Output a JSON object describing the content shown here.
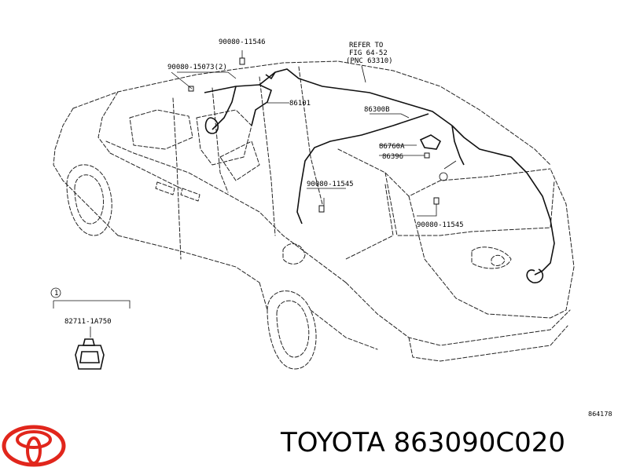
{
  "diagram": {
    "labels": {
      "p90080_11546_top": "90080-11546",
      "refer_line1": "REFER TO",
      "refer_line2": "FIG 64-52",
      "refer_line3": "(PNC 63310)",
      "p90080_15073": "90080-15073(2)",
      "p86101": "86101",
      "p86300B": "86300B",
      "p86760A": "86760A",
      "p86396": "86396",
      "p90080_11545_mid": "90080-11545",
      "p90080_11545_right": "90080-11545",
      "callout_number": "1",
      "p82711": "82711-1A750"
    },
    "drawing_number": "864178"
  },
  "footer": {
    "brand": "TOYOTA",
    "part_number": "863090C020"
  },
  "colors": {
    "logo": "#e1261c",
    "line": "#222222"
  }
}
